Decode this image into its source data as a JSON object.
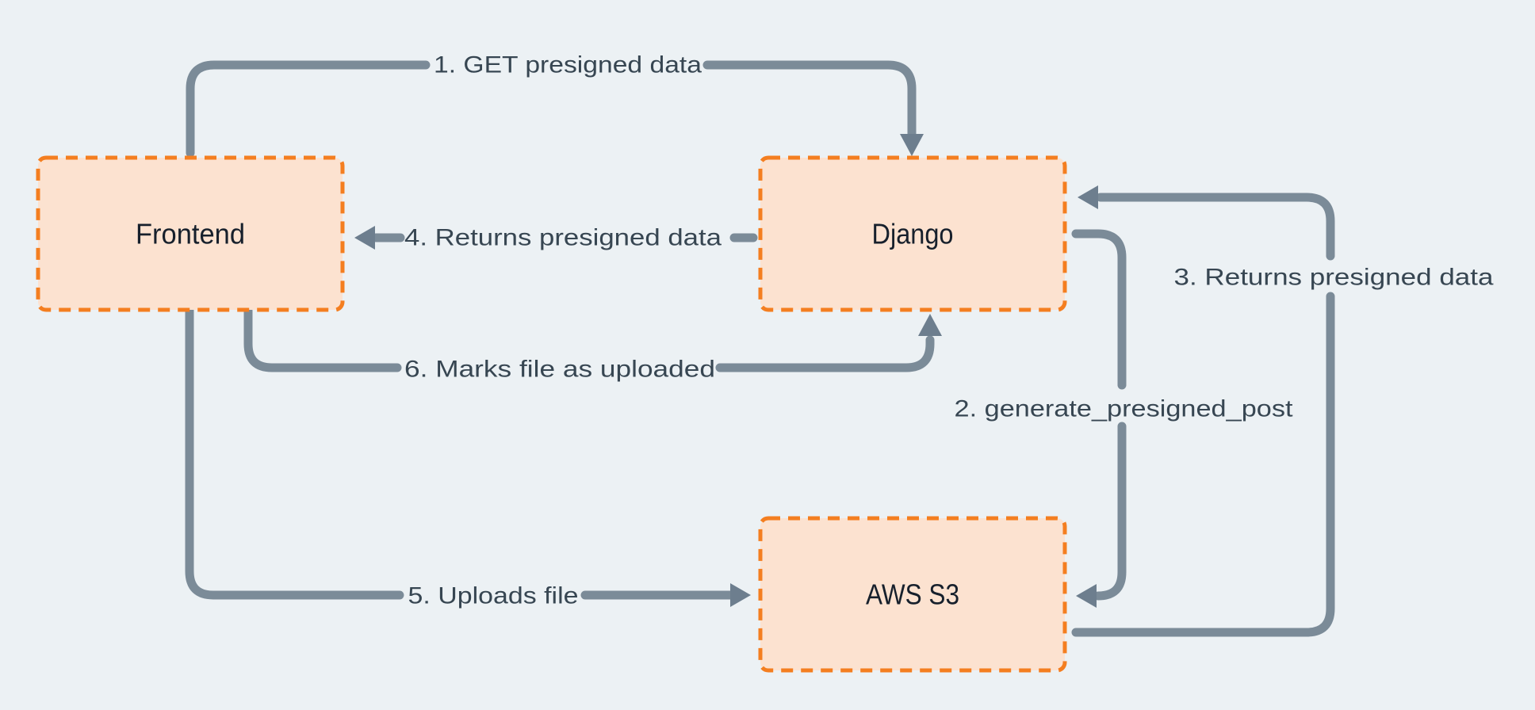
{
  "diagram": {
    "nodes": [
      {
        "id": "frontend",
        "label": "Frontend"
      },
      {
        "id": "django",
        "label": "Django"
      },
      {
        "id": "aws-s3",
        "label": "AWS S3"
      }
    ],
    "edges": [
      {
        "id": "1",
        "label": "1. GET presigned data"
      },
      {
        "id": "2",
        "label": "2. generate_presigned_post"
      },
      {
        "id": "3",
        "label": "3. Returns presigned data"
      },
      {
        "id": "4",
        "label": "4. Returns presigned data"
      },
      {
        "id": "5",
        "label": "5. Uploads file"
      },
      {
        "id": "6",
        "label": "6. Marks file as  uploaded"
      }
    ],
    "colors": {
      "background": "#ecf1f4",
      "node_fill": "#fce2d0",
      "node_border": "#f47e20",
      "connector": "#7b8b98",
      "arrowhead": "#6d7e8e",
      "edge_label_text": "#374652",
      "node_label_text": "#17202c"
    }
  }
}
